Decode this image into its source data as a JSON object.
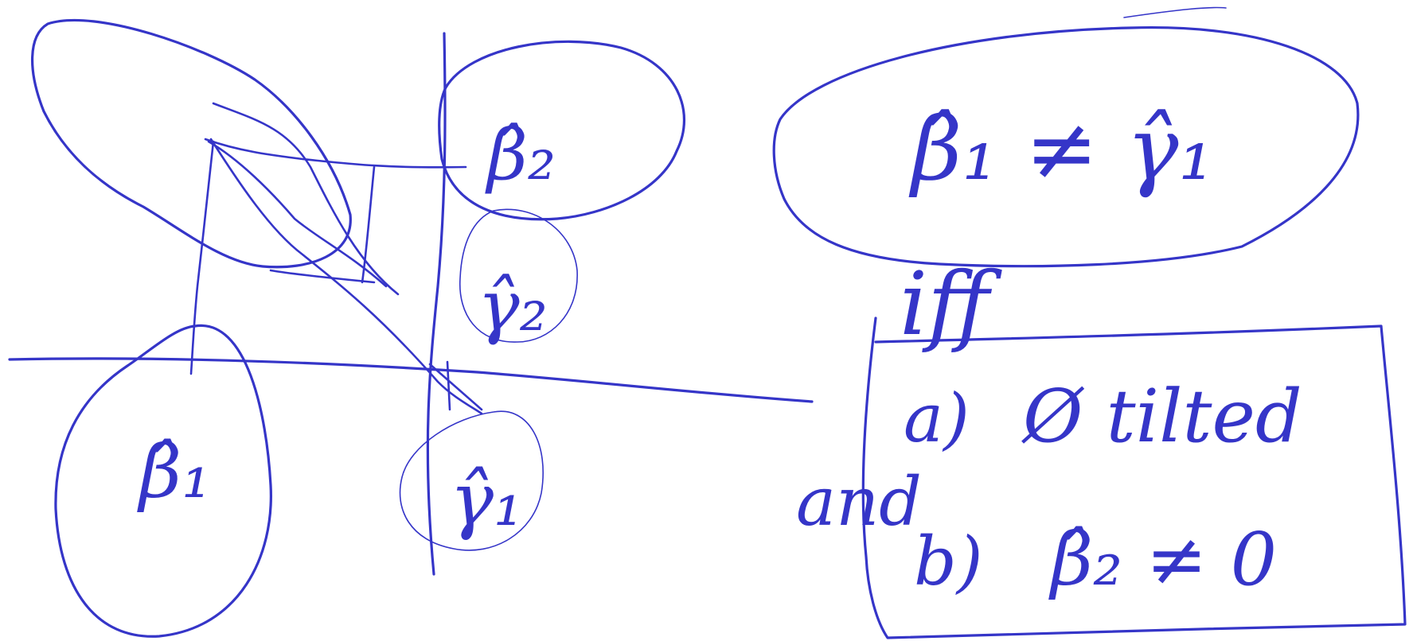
{
  "ink_color": "#3535c8",
  "labels": {
    "beta1_hat_left": "β̂₁",
    "beta2_hat": "β̂₂",
    "gamma2_hat": "γ̂₂",
    "gamma1_hat": "γ̂₁",
    "inequality_top": "β̂₁ ≠ γ̂₁",
    "iff": "iff",
    "cond_a": "a)",
    "cond_a_text": "Ø tilted",
    "and": "and",
    "cond_b": "b)",
    "cond_b_text": "β̂₂ ≠ 0"
  }
}
